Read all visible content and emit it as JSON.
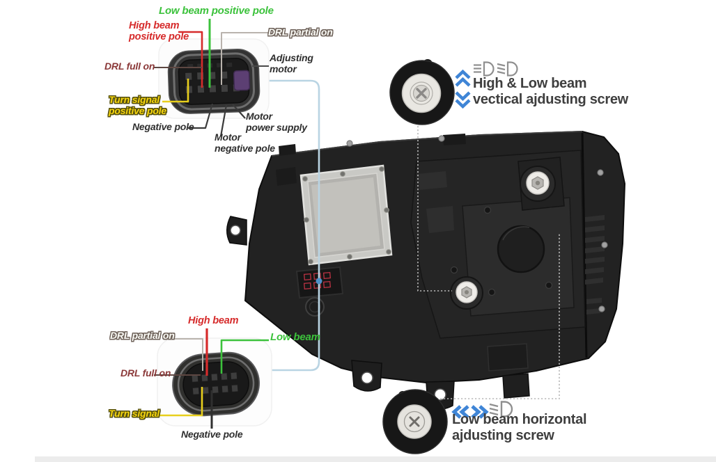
{
  "annotations": {
    "top_connector": {
      "low_beam_positive": "Low beam positive pole",
      "high_beam_positive": "High beam\npositive pole",
      "drl_partial": "DRL partial on",
      "drl_full": "DRL full on",
      "adjusting_motor": "Adjusting\nmotor",
      "turn_signal_positive": "Turn signal\npositive pole",
      "negative_pole": "Negative pole",
      "motor_power_supply": "Motor\npower supply",
      "motor_negative_pole": "Motor\nnegative pole"
    },
    "bottom_connector": {
      "high_beam": "High beam",
      "drl_partial": "DRL partial on",
      "low_beam": "Low beam",
      "drl_full": "DRL full on",
      "turn_signal": "Turn signal",
      "negative_pole": "Negative pole"
    },
    "vertical_screw_heading": "High & Low beam\nvectical ajdusting screw",
    "horizontal_screw_heading": "Low beam horizontal\najdusting screw"
  },
  "icons": {
    "vertical_arrows": "up-down-chevrons-icon",
    "horizontal_arrows": "left-right-chevrons-icon",
    "high_beam": "high-beam-icon",
    "low_beam": "low-beam-icon"
  },
  "colors": {
    "label_green": "#3cc23c",
    "label_red": "#d62b2b",
    "label_dark_red": "#8b3939",
    "label_yellow": "#f6d50e",
    "yellow_outline": "#55500f",
    "outline_label_fill": "#fbfbf6",
    "outline_label_stroke": "#6e625a",
    "label_black": "#2e2e2e",
    "heading_gray": "#3e3e3e",
    "arrow_blue": "#3f85d6",
    "callout_blue": "#b9d4e3",
    "dotted_gray": "#b8b8b8",
    "housing_black": "#222222",
    "plate_silver": "#c9c9c5"
  }
}
